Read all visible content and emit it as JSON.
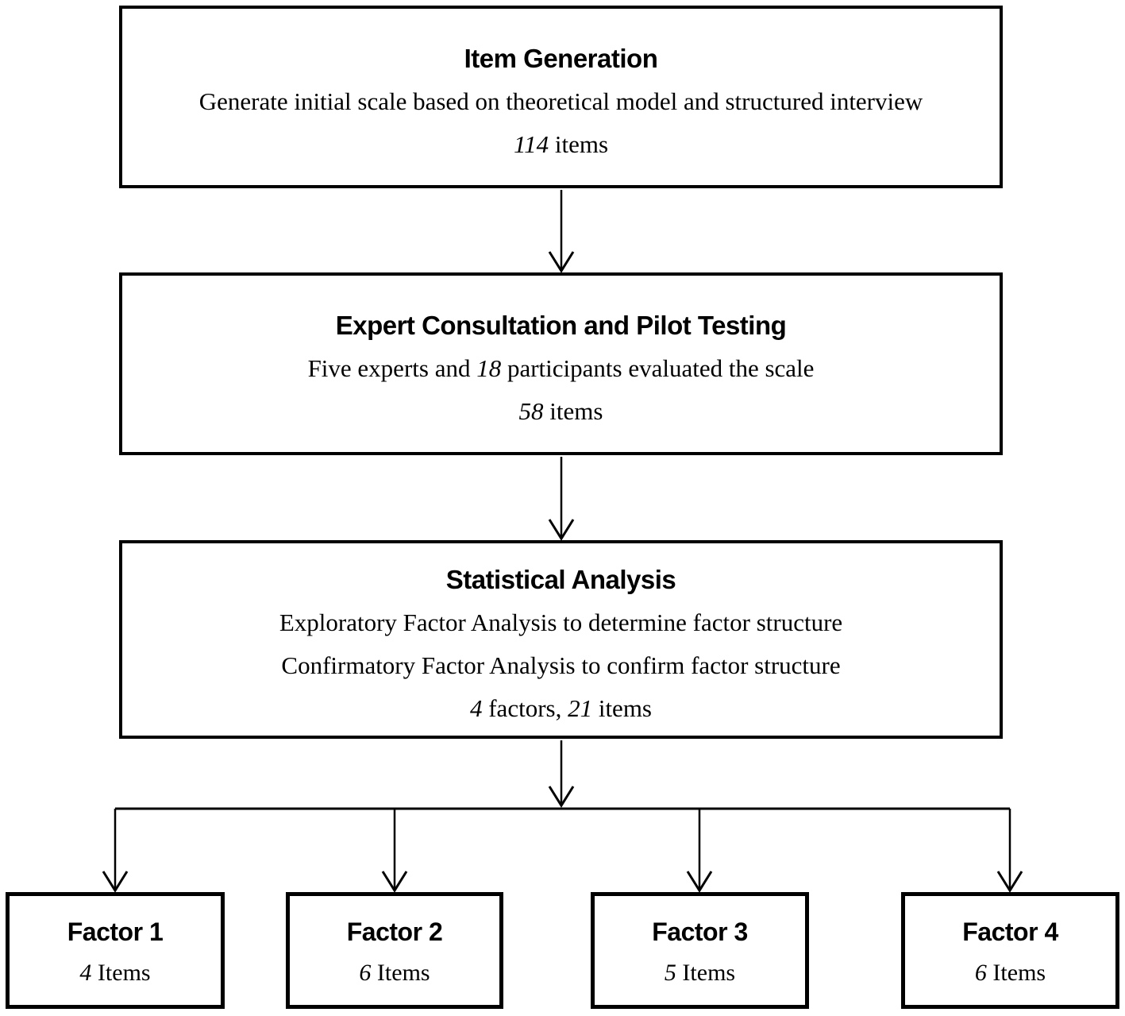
{
  "diagram": {
    "colors": {
      "background": "#ffffff",
      "line": "#000000",
      "text": "#000000"
    },
    "boxes": [
      {
        "id": "item-generation",
        "title": "Item Generation",
        "lines": [
          [
            {
              "t": "Generate initial scale based on theoretical model and structured interview"
            }
          ],
          [
            {
              "t": "114",
              "i": true
            },
            {
              "t": " items"
            }
          ]
        ]
      },
      {
        "id": "expert-consultation-pilot-testing",
        "title": "Expert Consultation and Pilot Testing",
        "lines": [
          [
            {
              "t": "Five experts and "
            },
            {
              "t": "18",
              "i": true
            },
            {
              "t": " participants evaluated the scale"
            }
          ],
          [
            {
              "t": "58",
              "i": true
            },
            {
              "t": " items"
            }
          ]
        ]
      },
      {
        "id": "statistical-analysis",
        "title": "Statistical Analysis",
        "lines": [
          [
            {
              "t": "Exploratory Factor Analysis to determine factor structure"
            }
          ],
          [
            {
              "t": "Confirmatory Factor Analysis to confirm factor structure"
            }
          ],
          [
            {
              "t": "4",
              "i": true
            },
            {
              "t": " factors, "
            },
            {
              "t": "21",
              "i": true
            },
            {
              "t": " items"
            }
          ]
        ]
      }
    ],
    "factors": [
      {
        "title": "Factor 1",
        "line": [
          {
            "t": "4",
            "i": true
          },
          {
            "t": " Items"
          }
        ]
      },
      {
        "title": "Factor 2",
        "line": [
          {
            "t": "6",
            "i": true
          },
          {
            "t": " Items"
          }
        ]
      },
      {
        "title": "Factor 3",
        "line": [
          {
            "t": "5",
            "i": true
          },
          {
            "t": " Items"
          }
        ]
      },
      {
        "title": "Factor 4",
        "line": [
          {
            "t": "6",
            "i": true
          },
          {
            "t": " Items"
          }
        ]
      }
    ]
  }
}
